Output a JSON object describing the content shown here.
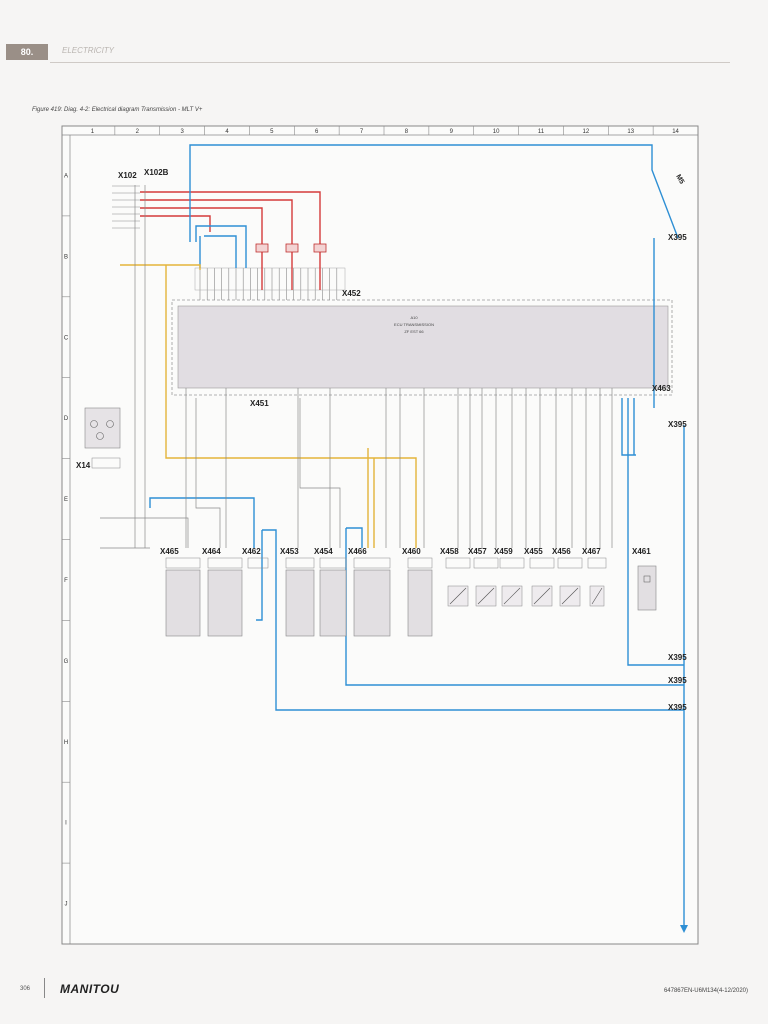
{
  "header": {
    "page_chip": "80.",
    "section": "ELECTRICITY"
  },
  "caption": "Figure 419: Diag. 4-2: Electrical diagram Transmission - MLT V+",
  "grid": {
    "columns": [
      "1",
      "2",
      "3",
      "4",
      "5",
      "6",
      "7",
      "8",
      "9",
      "10",
      "11",
      "12",
      "13",
      "14"
    ],
    "rows": [
      "A",
      "B",
      "C",
      "D",
      "E",
      "F",
      "G",
      "H",
      "I",
      "J"
    ]
  },
  "connectors": {
    "x102": "X102",
    "x102b": "X102B",
    "x452": "X452",
    "x451": "X451",
    "x463": "X463",
    "x395_1": "X395",
    "x395_2": "X395",
    "x395_3": "X395",
    "x395_4": "X395",
    "x395_5": "X395",
    "x14": "X14",
    "m5": "M5",
    "x465": "X465",
    "x464": "X464",
    "x462": "X462",
    "x453": "X453",
    "x454": "X454",
    "x466": "X466",
    "x460": "X460",
    "x458": "X458",
    "x457": "X457",
    "x459": "X459",
    "x455": "X455",
    "x456": "X456",
    "x467": "X467",
    "x461": "X461"
  },
  "ecu": {
    "line1": "A10",
    "line2": "ECU TRANSMISSION",
    "line3": "ZF EST 66"
  },
  "footer": {
    "page_number": "306",
    "brand": "MANITOU",
    "doc_ref": "647867EN-U6M134(4-12/2020)"
  }
}
